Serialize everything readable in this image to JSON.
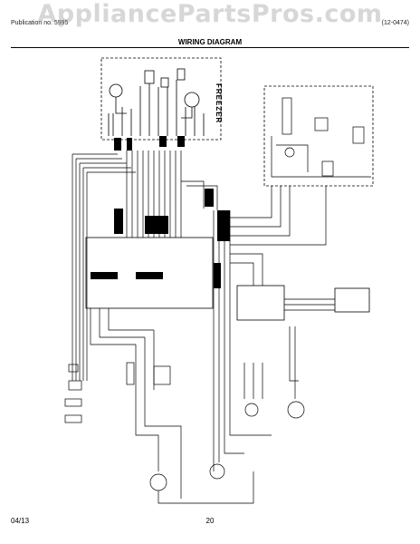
{
  "watermark": "AppliancePartsPros.com",
  "header": {
    "model_text": "Publication no. 5995",
    "pub_text": "(12-0474)"
  },
  "title": "WIRING DIAGRAM",
  "labels": {
    "freezer": "FREEZER"
  },
  "footer": {
    "date": "04/13",
    "page": "20"
  },
  "colors": {
    "line": "#000000",
    "background": "#ffffff",
    "watermark": "#969696"
  }
}
